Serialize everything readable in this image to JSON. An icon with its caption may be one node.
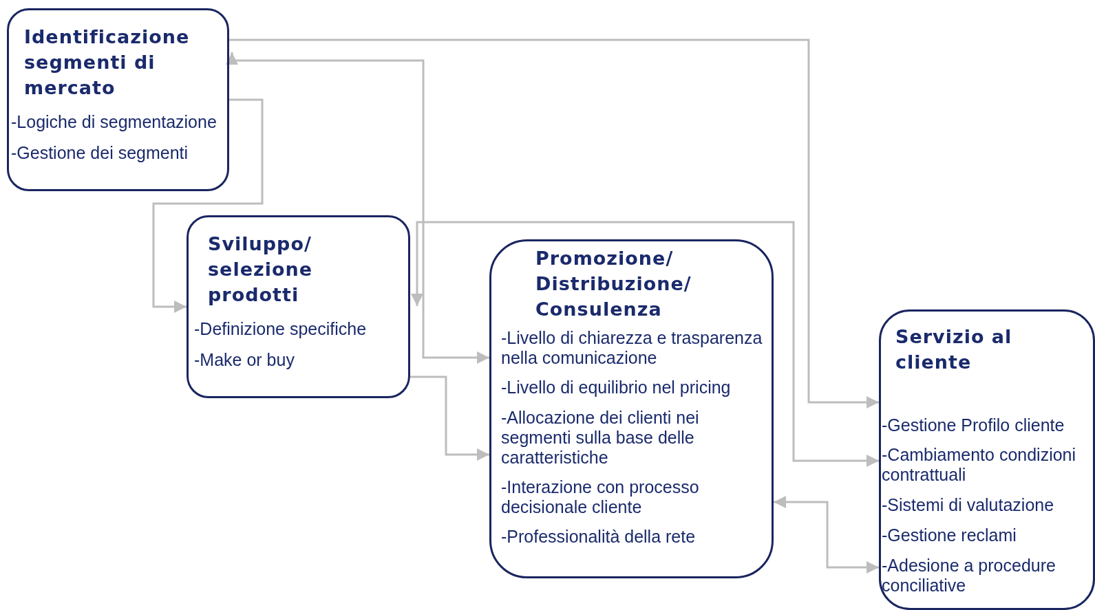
{
  "diagram": {
    "nodes": [
      {
        "text": [
          "Identificazione segmenti di mercato",
          "-Logiche di segmentazione",
          "-Gestione dei segmenti"
        ]
      },
      {
        "text": [
          "Sviluppo/ selezione prodotti",
          "-Definizione specifiche",
          "-Make or buy"
        ]
      },
      {
        "text": [
          "Promozione/ Distribuzione/ Consulenza",
          "-Livello di chiarezza e trasparenza nella comunicazione",
          "-Livello di equilibrio nel pricing",
          "-Allocazione dei clienti nei segmenti sulla base delle caratteristiche",
          "-Interazione con processo decisionale cliente",
          "-Professionalità della rete"
        ]
      },
      {
        "text": [
          "Servizio al cliente",
          "-Gestione Profilo cliente",
          "-Cambiamento condizioni contrattuali",
          "-Sistemi di valutazione",
          "-Gestione reclami",
          "-Adesione a procedure conciliative"
        ]
      }
    ],
    "edges": [
      {
        "from": 0,
        "to": 3,
        "arrow": "to"
      },
      {
        "from": 0,
        "to": 2,
        "arrow": "both"
      },
      {
        "from": 0,
        "to": 1,
        "arrow": "to"
      },
      {
        "from": 1,
        "to": 3,
        "arrow": "both"
      },
      {
        "from": 1,
        "to": 2,
        "arrow": "to"
      },
      {
        "from": 2,
        "to": 3,
        "arrow": "both"
      }
    ]
  }
}
